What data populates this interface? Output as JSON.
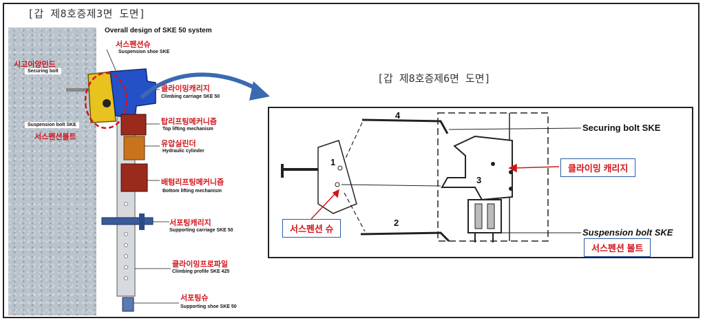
{
  "title_left": "[갑 제8호증제3면 도면]",
  "title_right": "[갑 제8호증제6면 도면]",
  "left_diagram": {
    "heading": "Overall design of SKE 50 system",
    "securing_bolt_kr": "시고이앙민드",
    "securing_bolt_en": "Securing bolt",
    "suspension_bolt_en": "Suspension bolt SKE",
    "suspension_bolt_kr": "서스펜션볼트",
    "suspension_shoe_kr": "서스펜션슈",
    "suspension_shoe_en": "Suspension shoe SKE",
    "climbing_carriage_kr": "클라이밍캐리지",
    "climbing_carriage_en": "Climbing carriage SKE 50",
    "top_lifting_kr": "탑리프팅메커니즘",
    "top_lifting_en": "Top lifting mechanism",
    "hydraulic_kr": "유압실린더",
    "hydraulic_en": "Hydraulic cylinder",
    "bottom_lifting_kr": "배텀리프팅메커니즘",
    "bottom_lifting_en": "Bottom lifting mechanism",
    "supporting_carriage_kr": "서포팅캐리지",
    "supporting_carriage_en": "Supporting carriage SKE 50",
    "climbing_profile_kr": "클라이밍프로파일",
    "climbing_profile_en": "Climbing profile SKE 425",
    "supporting_shoe_kr": "서포팅슈",
    "supporting_shoe_en": "Supporting shoe SKE 50"
  },
  "right_diagram": {
    "securing_bolt_en": "Securing bolt SKE",
    "climbing_carriage_kr": "클라이밍 캐리지",
    "suspension_shoe_kr": "서스펜션 슈",
    "suspension_bolt_en": "Suspension bolt SKE",
    "suspension_bolt_kr": "서스펜션 볼트",
    "numbers": [
      "1",
      "2",
      "3",
      "4"
    ]
  },
  "colors": {
    "label_red": "#d2141a",
    "carriage_blue": "#2450c8",
    "shoe_yellow": "#e8c21e",
    "lifting_red": "#9a2a1c",
    "cylinder_orange": "#c8741e",
    "arrow_blue": "#3a6ab0",
    "box_border": "#2a5aa6"
  }
}
